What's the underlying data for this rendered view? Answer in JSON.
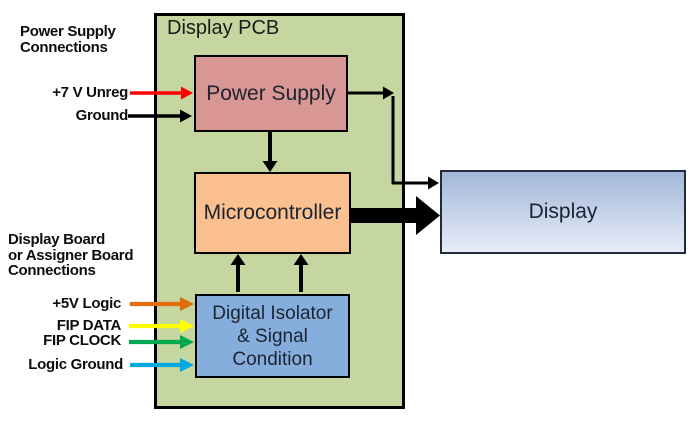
{
  "pcb": {
    "label": "Display PCB",
    "fill": "#c6d6a0",
    "border_color": "#000000"
  },
  "blocks": {
    "power_supply": {
      "label": "Power Supply",
      "fill": "#d89694"
    },
    "microcontroller": {
      "label": "Microcontroller",
      "fill": "#fac090"
    },
    "digital_isolator": {
      "line1": "Digital Isolator",
      "line2": "& Signal",
      "line3": "Condition",
      "fill": "#86aedd"
    },
    "display": {
      "label": "Display",
      "fill_top": "#a2b7d8",
      "fill_bottom": "#e7edf8"
    }
  },
  "left_groups": {
    "power_supply_connections": {
      "line1": "Power Supply",
      "line2": "Connections"
    },
    "display_board_connections": {
      "line1": "Display Board",
      "line2": "or Assigner Board",
      "line3": "Connections"
    }
  },
  "signals": {
    "unreg": {
      "label": "+7 V Unreg",
      "color": "#fe0000"
    },
    "ground": {
      "label": "Ground",
      "color": "#000000"
    },
    "logic5v": {
      "label": "+5V Logic",
      "color": "#e26b0a"
    },
    "fip_data": {
      "label": "FIP DATA",
      "color": "#ffff00"
    },
    "fip_clock": {
      "label": "FIP CLOCK",
      "color": "#00a850"
    },
    "logic_ground": {
      "label": "Logic Ground",
      "color": "#00aadf"
    }
  },
  "connections": {
    "internal_color": "#000000"
  }
}
